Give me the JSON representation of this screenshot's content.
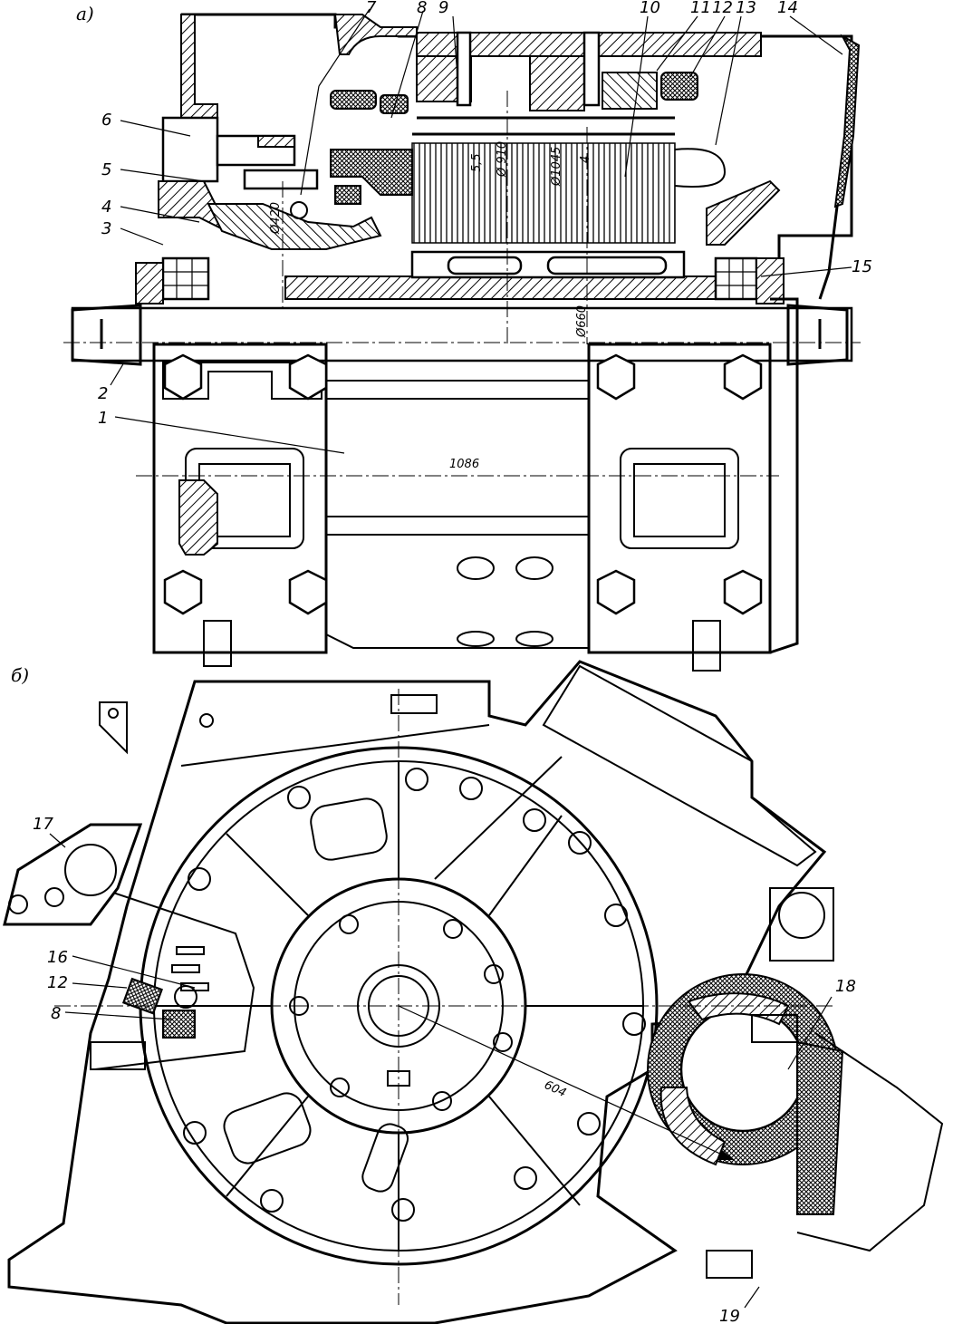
{
  "drawing": {
    "title": "Traction motor assembly drawing",
    "views": [
      {
        "id": "a",
        "label": "а)"
      },
      {
        "id": "b",
        "label": "б)"
      }
    ],
    "callouts_view_a": [
      "1",
      "2",
      "3",
      "4",
      "5",
      "6",
      "7",
      "8",
      "9",
      "10",
      "11",
      "12",
      "13",
      "14",
      "15"
    ],
    "callouts_view_b": [
      "16",
      "12",
      "8",
      "17",
      "18",
      "19"
    ],
    "dimensions": {
      "d420": "Ø420",
      "gap55": "5,5",
      "d910": "Ø 910",
      "d1045": "Ø1045",
      "gap4": "4",
      "d660": "Ø660",
      "length1086": "1086",
      "center604": "604"
    },
    "line_color": "#000000",
    "background": "#ffffff"
  }
}
